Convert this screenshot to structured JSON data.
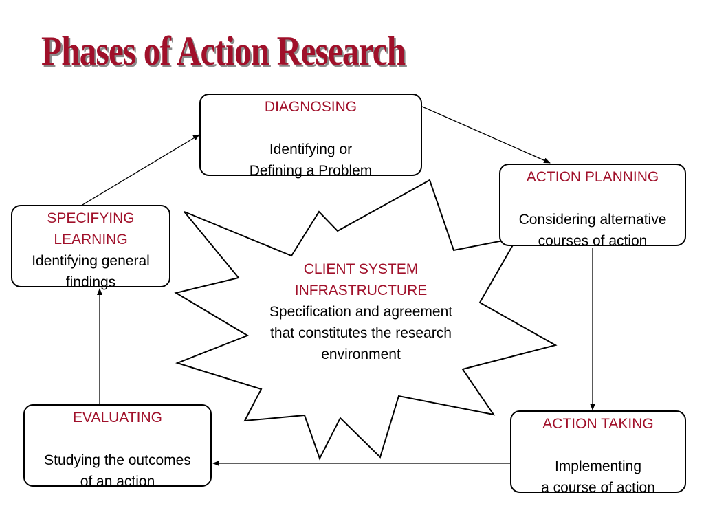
{
  "title": "Phases of Action Research",
  "center": {
    "head_line1": "CLIENT SYSTEM",
    "head_line2": "INFRASTRUCTURE",
    "body_line1": "Specification and agreement",
    "body_line2": "that constitutes the research",
    "body_line3": "environment"
  },
  "phases": {
    "diagnosing": {
      "head": "DIAGNOSING",
      "body_line1": "Identifying or",
      "body_line2": "Defining a Problem"
    },
    "action_planning": {
      "head": "ACTION PLANNING",
      "body_line1": "Considering alternative",
      "body_line2": "courses of action"
    },
    "action_taking": {
      "head": "ACTION TAKING",
      "body_line1": "Implementing",
      "body_line2": "a course of action"
    },
    "evaluating": {
      "head": "EVALUATING",
      "body_line1": "Studying the outcomes",
      "body_line2": "of an action"
    },
    "specifying_learning": {
      "head_line1": "SPECIFYING",
      "head_line2": "LEARNING",
      "body_line1": "Identifying general",
      "body_line2": "findings"
    }
  },
  "colors": {
    "accent": "#a0102a",
    "text": "#000000",
    "title_shadow": "#8a8a8a"
  }
}
